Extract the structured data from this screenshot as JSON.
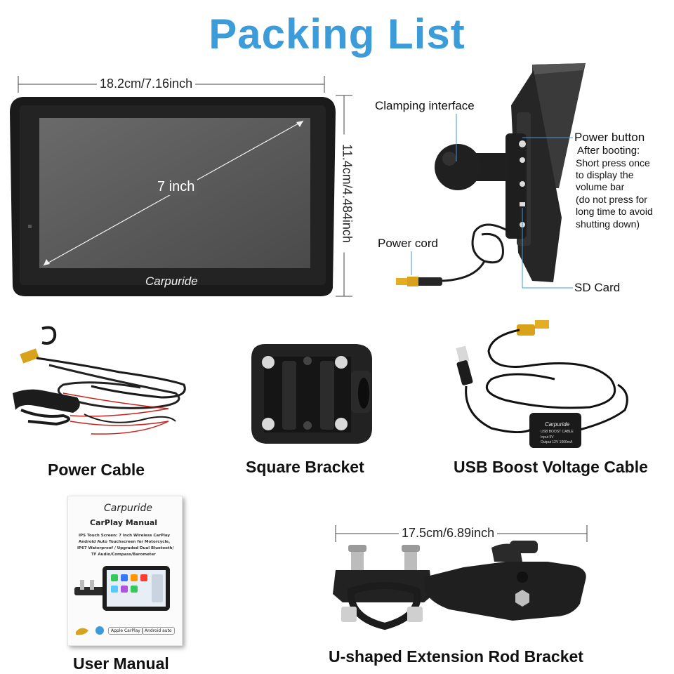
{
  "title": "Packing List",
  "monitor": {
    "width_label": "18.2cm/7.16inch",
    "height_label": "11.4cm/4.484inch",
    "diagonal_label": "7 inch",
    "brand": "Carpuride"
  },
  "side_view": {
    "clamping_label": "Clamping interface",
    "power_button_label": "Power button",
    "after_booting_label": "After booting:",
    "power_note_lines": [
      "Short press once",
      "to display the",
      "volume bar",
      "(do not press for",
      "long time to avoid",
      "shutting down)"
    ],
    "power_cord_label": "Power cord",
    "sd_card_label": "SD Card"
  },
  "items": {
    "power_cable": "Power Cable",
    "square_bracket": "Square Bracket",
    "usb_cable": "USB Boost Voltage Cable",
    "user_manual": "User Manual",
    "extension_bracket": "U-shaped Extension Rod Bracket"
  },
  "usb_box": {
    "brand": "Carpuride",
    "line1": "USB BOOST CABLE",
    "line2": "Input 5V",
    "line3": "Output 12V 1000mA"
  },
  "manual": {
    "brand": "Carpuride",
    "heading": "CarPlay Manual",
    "desc_lines": [
      "IPS Touch Screen: 7 Inch Wireless CarPlay",
      "Android Auto Touchscreen for Motorcycle,",
      "IP67 Waterproof / Upgraded Dual Bluetooth/",
      "TF Audio/Compass/Barometer"
    ],
    "badge_apple": "Apple CarPlay",
    "badge_android": "Android auto"
  },
  "rod_bracket": {
    "length_label": "17.5cm/6.89inch"
  },
  "colors": {
    "title": "#3c9bd9",
    "callout_line": "#3c9bd9",
    "product": "#1c1c1c"
  }
}
